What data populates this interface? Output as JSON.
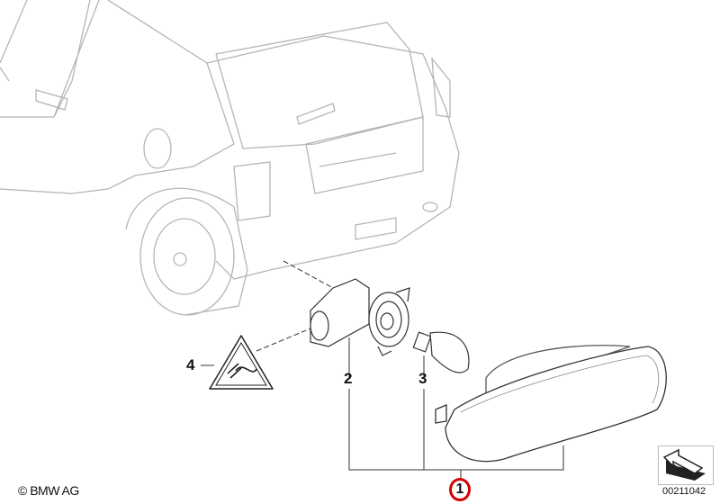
{
  "diagram": {
    "copyright": "© BMW AG",
    "image_code": "00211042",
    "highlight_color": "#d40000",
    "parts": [
      {
        "number": "1",
        "name": "side-turn-indicator-lens",
        "highlighted": true
      },
      {
        "number": "2",
        "name": "bulb-socket"
      },
      {
        "number": "3",
        "name": "bulb"
      },
      {
        "number": "4",
        "name": "warning-label"
      }
    ]
  }
}
